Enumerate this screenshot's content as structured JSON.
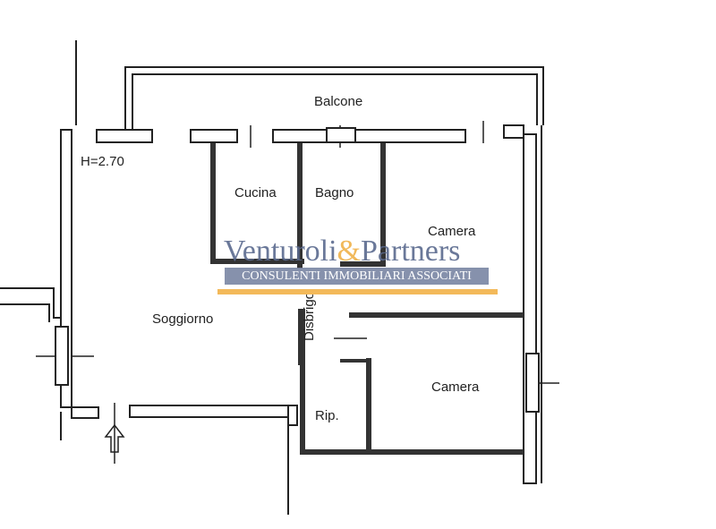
{
  "rooms": {
    "balcone": "Balcone",
    "height_note": "H=2.70",
    "cucina": "Cucina",
    "bagno": "Bagno",
    "camera_1": "Camera",
    "soggiorno": "Soggiorno",
    "disbrigo": "Disbrigo",
    "camera_2": "Camera",
    "ripostiglio": "Rip."
  },
  "watermark": {
    "brand_part1": "Venturoli",
    "brand_amp": "&",
    "brand_part2": "Partners",
    "subtitle": "CONSULENTI IMMOBILIARI ASSOCIATI",
    "brand_color": "#5a6a8e",
    "accent_color": "#f3b95a"
  }
}
